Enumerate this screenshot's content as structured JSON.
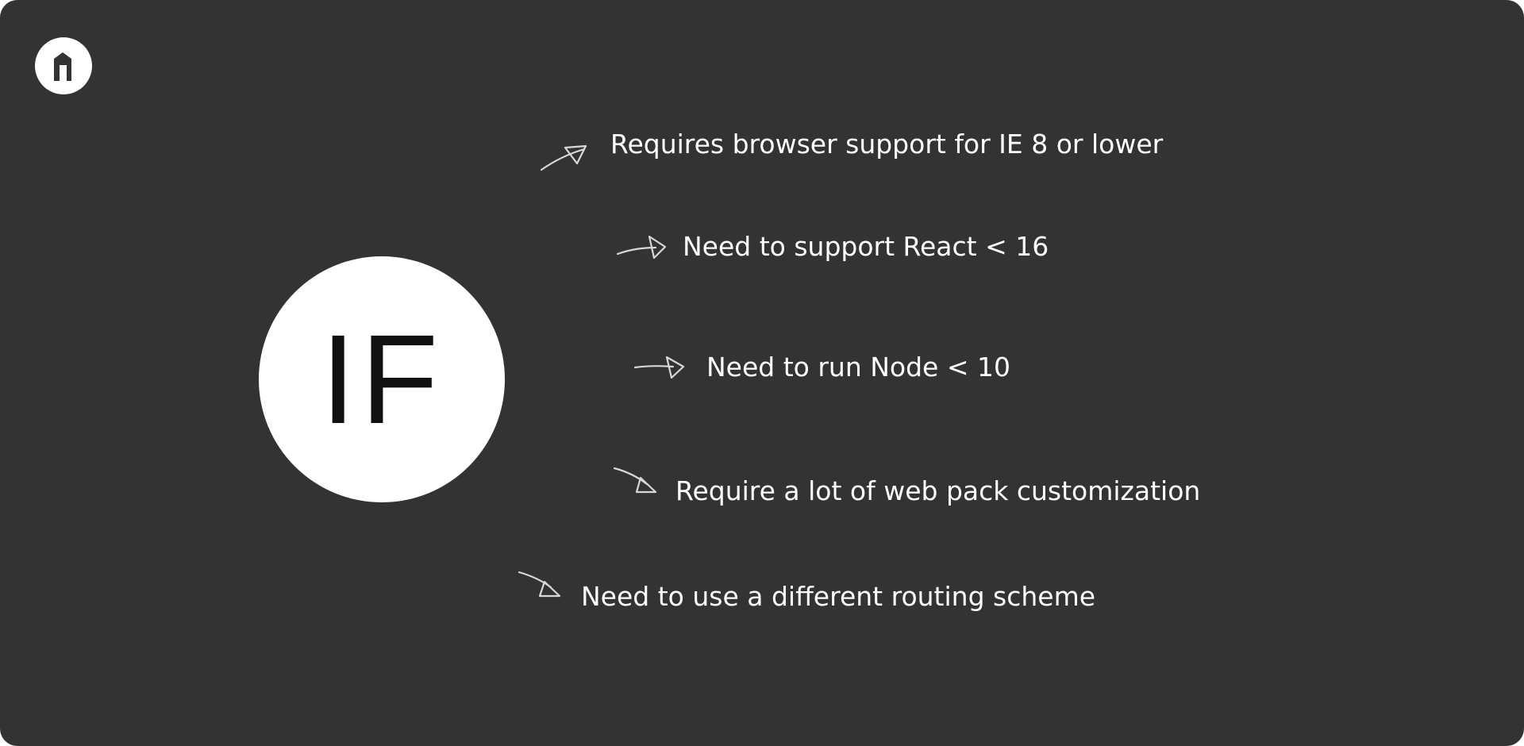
{
  "logo": {
    "icon": "house-logo-icon"
  },
  "center": {
    "label": "IF"
  },
  "conditions": [
    {
      "text": "Requires browser support for IE 8 or lower",
      "icon": "curved-arrow-icon"
    },
    {
      "text": "Need to support React < 16",
      "icon": "arrow-right-icon"
    },
    {
      "text": "Need to run Node < 10",
      "icon": "arrow-right-icon"
    },
    {
      "text": "Require a lot of web pack customization",
      "icon": "arrow-down-right-icon"
    },
    {
      "text": "Need to use a different routing scheme",
      "icon": "arrow-down-right-icon"
    }
  ],
  "colors": {
    "background": "#333333",
    "circle": "#ffffff",
    "text": "#ffffff",
    "arrow": "#d8d8d8"
  }
}
